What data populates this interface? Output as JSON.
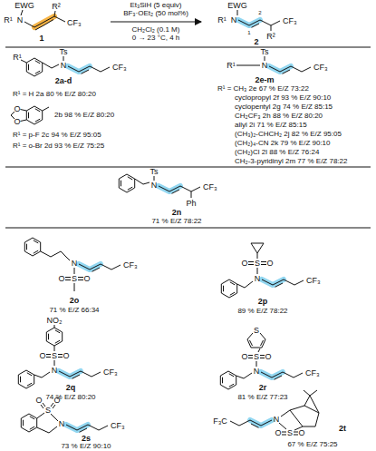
{
  "diagram": {
    "labels": [
      "EWG",
      "R¹",
      "N",
      "R²",
      "CF₃",
      "1",
      "Et₃SiH (5 equiv)",
      "BF₃·OEt₂ (50 mol%)",
      "CH₂Cl₂ (0.1 M)",
      "0 → 23 °C, 4 h",
      "EWG",
      "R¹",
      "N",
      "1",
      "2",
      "CF₃",
      "R²",
      "2",
      "Ts",
      "R¹",
      "N",
      "CF₃",
      "2a-d",
      "R¹ = H 2a 80 % E/Z 80:20",
      "O",
      "O",
      "2b 98 % E/Z 80:20",
      "R¹ = p-F 2c 94 % E/Z 95:05",
      "R¹ = o-Br 2d 93 % E/Z 75:25",
      "Ts",
      "R¹",
      "N",
      "CF₃",
      "2e-m",
      "R¹ = CH₃ 2e 67 % E/Z 73:22",
      "cyclopropyl 2f 93 % E/Z 90:10",
      "cyclopentyl 2g 74 % E/Z 85:15",
      "CH₂CF₃ 2h 88 % E/Z 80:20",
      "allyl 2i 71 % E/Z 85:15",
      "(CH₃)₂-CHCH₂ 2j 82 % E/Z 95:05",
      "(CH₂)₄-CN 2k 79 % E/Z 90:10",
      "(CH₂)Cl 2l 88 % E/Z 76:24",
      "CH₂-3-pyridinyl 2m 77 % E/Z 78:22",
      "Ts",
      "N",
      "CF₃",
      "Ph",
      "2n",
      "71 % E/Z 78:22",
      "N",
      "CF₃",
      "O",
      "S",
      "O",
      "2o",
      "71 % E/Z 66:34",
      "O",
      "S",
      "O",
      "N",
      "CF₃",
      "2p",
      "89 % E/Z 78:22",
      "NO₂",
      "O",
      "S",
      "O",
      "N",
      "CF₃",
      "2q",
      "74 % E/Z 80:20",
      "S",
      "O",
      "S",
      "O",
      "N",
      "CF₃",
      "2r",
      "81 % E/Z 77:23",
      "O",
      "O",
      "S",
      "N",
      "CF₃",
      "2s",
      "73 % E/Z 90:10",
      "F₃C",
      "N",
      "O",
      "S",
      "O",
      "2t",
      "67 % E/Z 75:25"
    ]
  }
}
